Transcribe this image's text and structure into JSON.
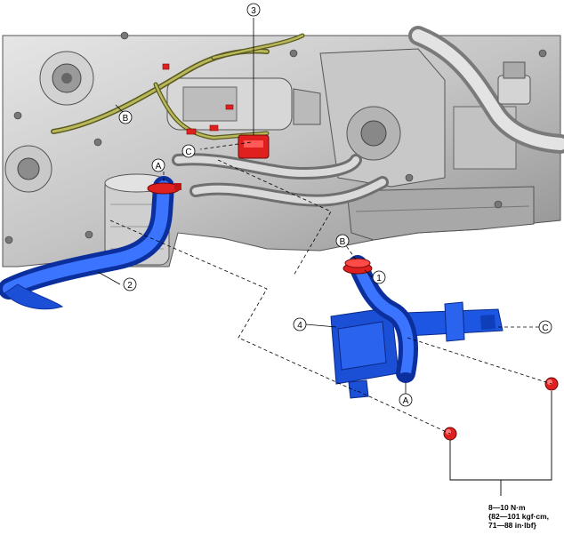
{
  "callouts": {
    "part_1": "1",
    "part_2": "2",
    "part_3": "3",
    "part_4": "4",
    "ref_A_top": "A",
    "ref_A_bottom": "A",
    "ref_B_top": "B",
    "ref_B_bottom": "B",
    "ref_C_top": "C",
    "ref_C_bottom": "C"
  },
  "torque_spec": {
    "line1": "8—10 N·m",
    "line2": "{82—101 kgf·cm,",
    "line3": "71—88 in·lbf}"
  },
  "colors": {
    "hose_blue": "#1a4fd6",
    "clamp_red": "#e0201e",
    "harness_olive": "#8a8a3a",
    "engine_gray": "#b9b9b9"
  }
}
